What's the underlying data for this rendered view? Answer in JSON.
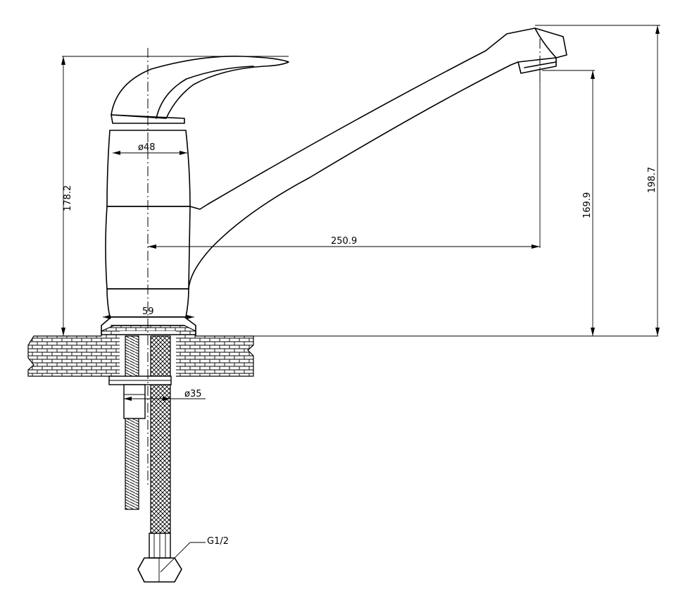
{
  "dimensions": {
    "body_height": "178.2",
    "body_diameter": "ø48",
    "base_diameter": "59",
    "spout_reach": "250.9",
    "spout_clearance": "169.9",
    "total_height": "198.7",
    "shank_diameter": "ø35",
    "thread_size": "G1/2"
  }
}
